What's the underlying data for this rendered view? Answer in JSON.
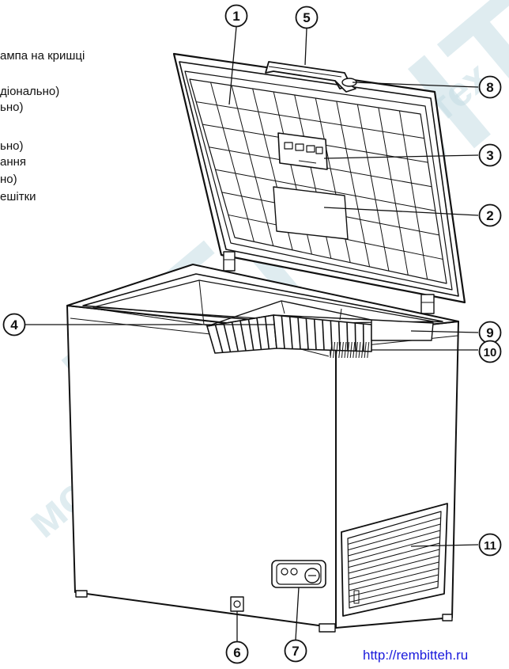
{
  "legend_lines": [
    "ампа на кришці",
    "діонально)",
    "ьно)",
    "ьно)",
    "ання",
    "но)",
    "ешітки"
  ],
  "callouts": [
    "1",
    "2",
    "3",
    "4",
    "5",
    "6",
    "7",
    "8",
    "9",
    "10",
    "11"
  ],
  "watermark": {
    "big": "РЕМБІТ",
    "small_top": "ой тех",
    "small_bottom": "монт и уста"
  },
  "url": "http://rembitteh.ru",
  "colors": {
    "ink": "#111111",
    "watermark": "#c5dde4",
    "url": "#1a1adc"
  }
}
